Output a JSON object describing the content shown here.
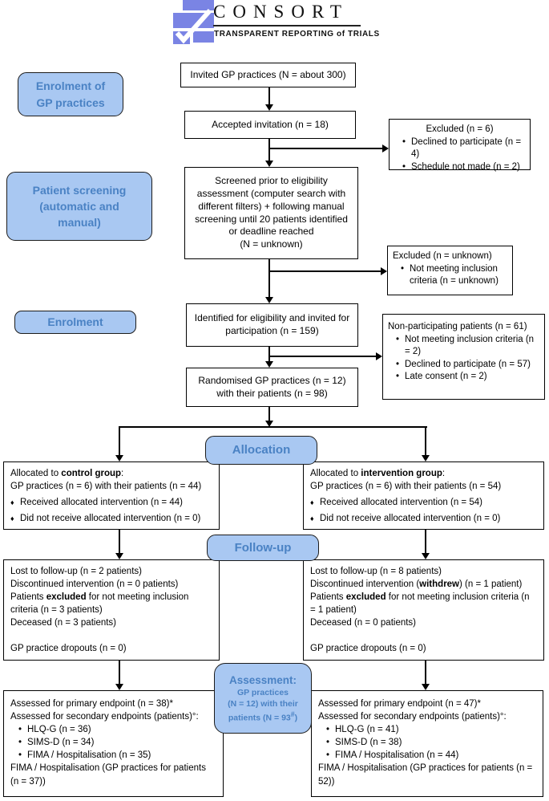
{
  "logo": {
    "title": "CONSORT",
    "subtitle": "TRANSPARENT REPORTING of TRIALS"
  },
  "icons": {
    "dot": "•",
    "diamond": "♦"
  },
  "colors": {
    "stage_fill": "#a9c8f2",
    "stage_text": "#4a82c4",
    "logo_blue": "#7a84e4",
    "box_border": "#000000"
  },
  "stages": {
    "enrolment_gp": "Enrolment of\nGP practices",
    "screening": "Patient screening\n(automatic and\nmanual)",
    "enrolment": "Enrolment",
    "allocation": "Allocation",
    "followup": "Follow-up",
    "assessment_title": "Assessment:",
    "assessment_line1": "GP practices",
    "assessment_line2": "(N = 12) with their",
    "assessment_line3_pre": "patients (N = 93",
    "assessment_sup": "#",
    "assessment_line3_post": ")"
  },
  "flow": {
    "invited": "Invited GP practices (N = about 300)",
    "accepted": "Accepted invitation (n = 18)",
    "screened": "Screened prior to eligibility assessment (computer search with different filters) + following manual screening until 20 patients identified or deadline reached\n(N = unknown)",
    "identified": "Identified for eligibility and invited for participation (n = 159)",
    "randomised": "Randomised GP practices (n = 12) with their patients (n = 98)"
  },
  "excluded1": {
    "title": "Excluded (n = 6)",
    "items": [
      "Declined to participate (n = 4)",
      "Schedule not made (n = 2)"
    ]
  },
  "excluded2": {
    "title": "Excluded (n = unknown)",
    "items": [
      "Not meeting inclusion criteria (n = unknown)"
    ]
  },
  "nonparticipating": {
    "title": "Non-participating patients (n = 61)",
    "items": [
      "Not meeting inclusion criteria (n = 2)",
      "Declined to participate (n = 57)",
      "Late consent (n = 2)"
    ]
  },
  "control": {
    "pre": "Allocated to ",
    "bold": "control group",
    "post": ":",
    "line2": "GP practices (n = 6) with their patients (n = 44)",
    "items": [
      "Received allocated intervention (n = 44)",
      "Did not receive allocated intervention (n = 0)"
    ]
  },
  "intervention": {
    "pre": "Allocated to ",
    "bold": "intervention group",
    "post": ":",
    "line2": "GP practices (n = 6) with their patients (n = 54)",
    "items": [
      "Received allocated intervention (n = 54)",
      "Did not receive allocated intervention (n = 0)"
    ]
  },
  "followup_left": {
    "line1": "Lost to follow-up (n = 2 patients)",
    "line2": "Discontinued intervention (n = 0 patients)",
    "line3_pre": "Patients ",
    "line3_bold": "excluded",
    "line3_post": " for not meeting inclusion criteria (n = 3 patients)",
    "line4": "Deceased (n = 3 patients)",
    "line5": "GP practice dropouts (n = 0)"
  },
  "followup_right": {
    "line1": "Lost to follow-up (n = 8 patients)",
    "line2_pre": "Discontinued intervention (",
    "line2_bold": "withdrew",
    "line2_post": ") (n = 1 patient)",
    "line3_pre": "Patients ",
    "line3_bold": "excluded",
    "line3_post": " for not meeting inclusion criteria (n = 1 patient)",
    "line4": "Deceased (n = 0 patients)",
    "line5": "GP practice dropouts (n = 0)"
  },
  "assessed_left": {
    "line1": "Assessed for primary endpoint (n = 38)*",
    "line2": "Assessed for secondary endpoints (patients)°:",
    "items": [
      "HLQ-G (n = 36)",
      "SIMS-D (n = 34)",
      "FIMA / Hospitalisation (n = 35)"
    ],
    "footer": "FIMA / Hospitalisation (GP practices for patients (n = 37))"
  },
  "assessed_right": {
    "line1": "Assessed for primary endpoint (n = 47)*",
    "line2": "Assessed for secondary endpoints (patients)°:",
    "items": [
      "HLQ-G (n = 41)",
      "SIMS-D (n = 38)",
      "FIMA / Hospitalisation (n = 44)"
    ],
    "footer": "FIMA / Hospitalisation (GP practices for patients (n = 52))"
  }
}
